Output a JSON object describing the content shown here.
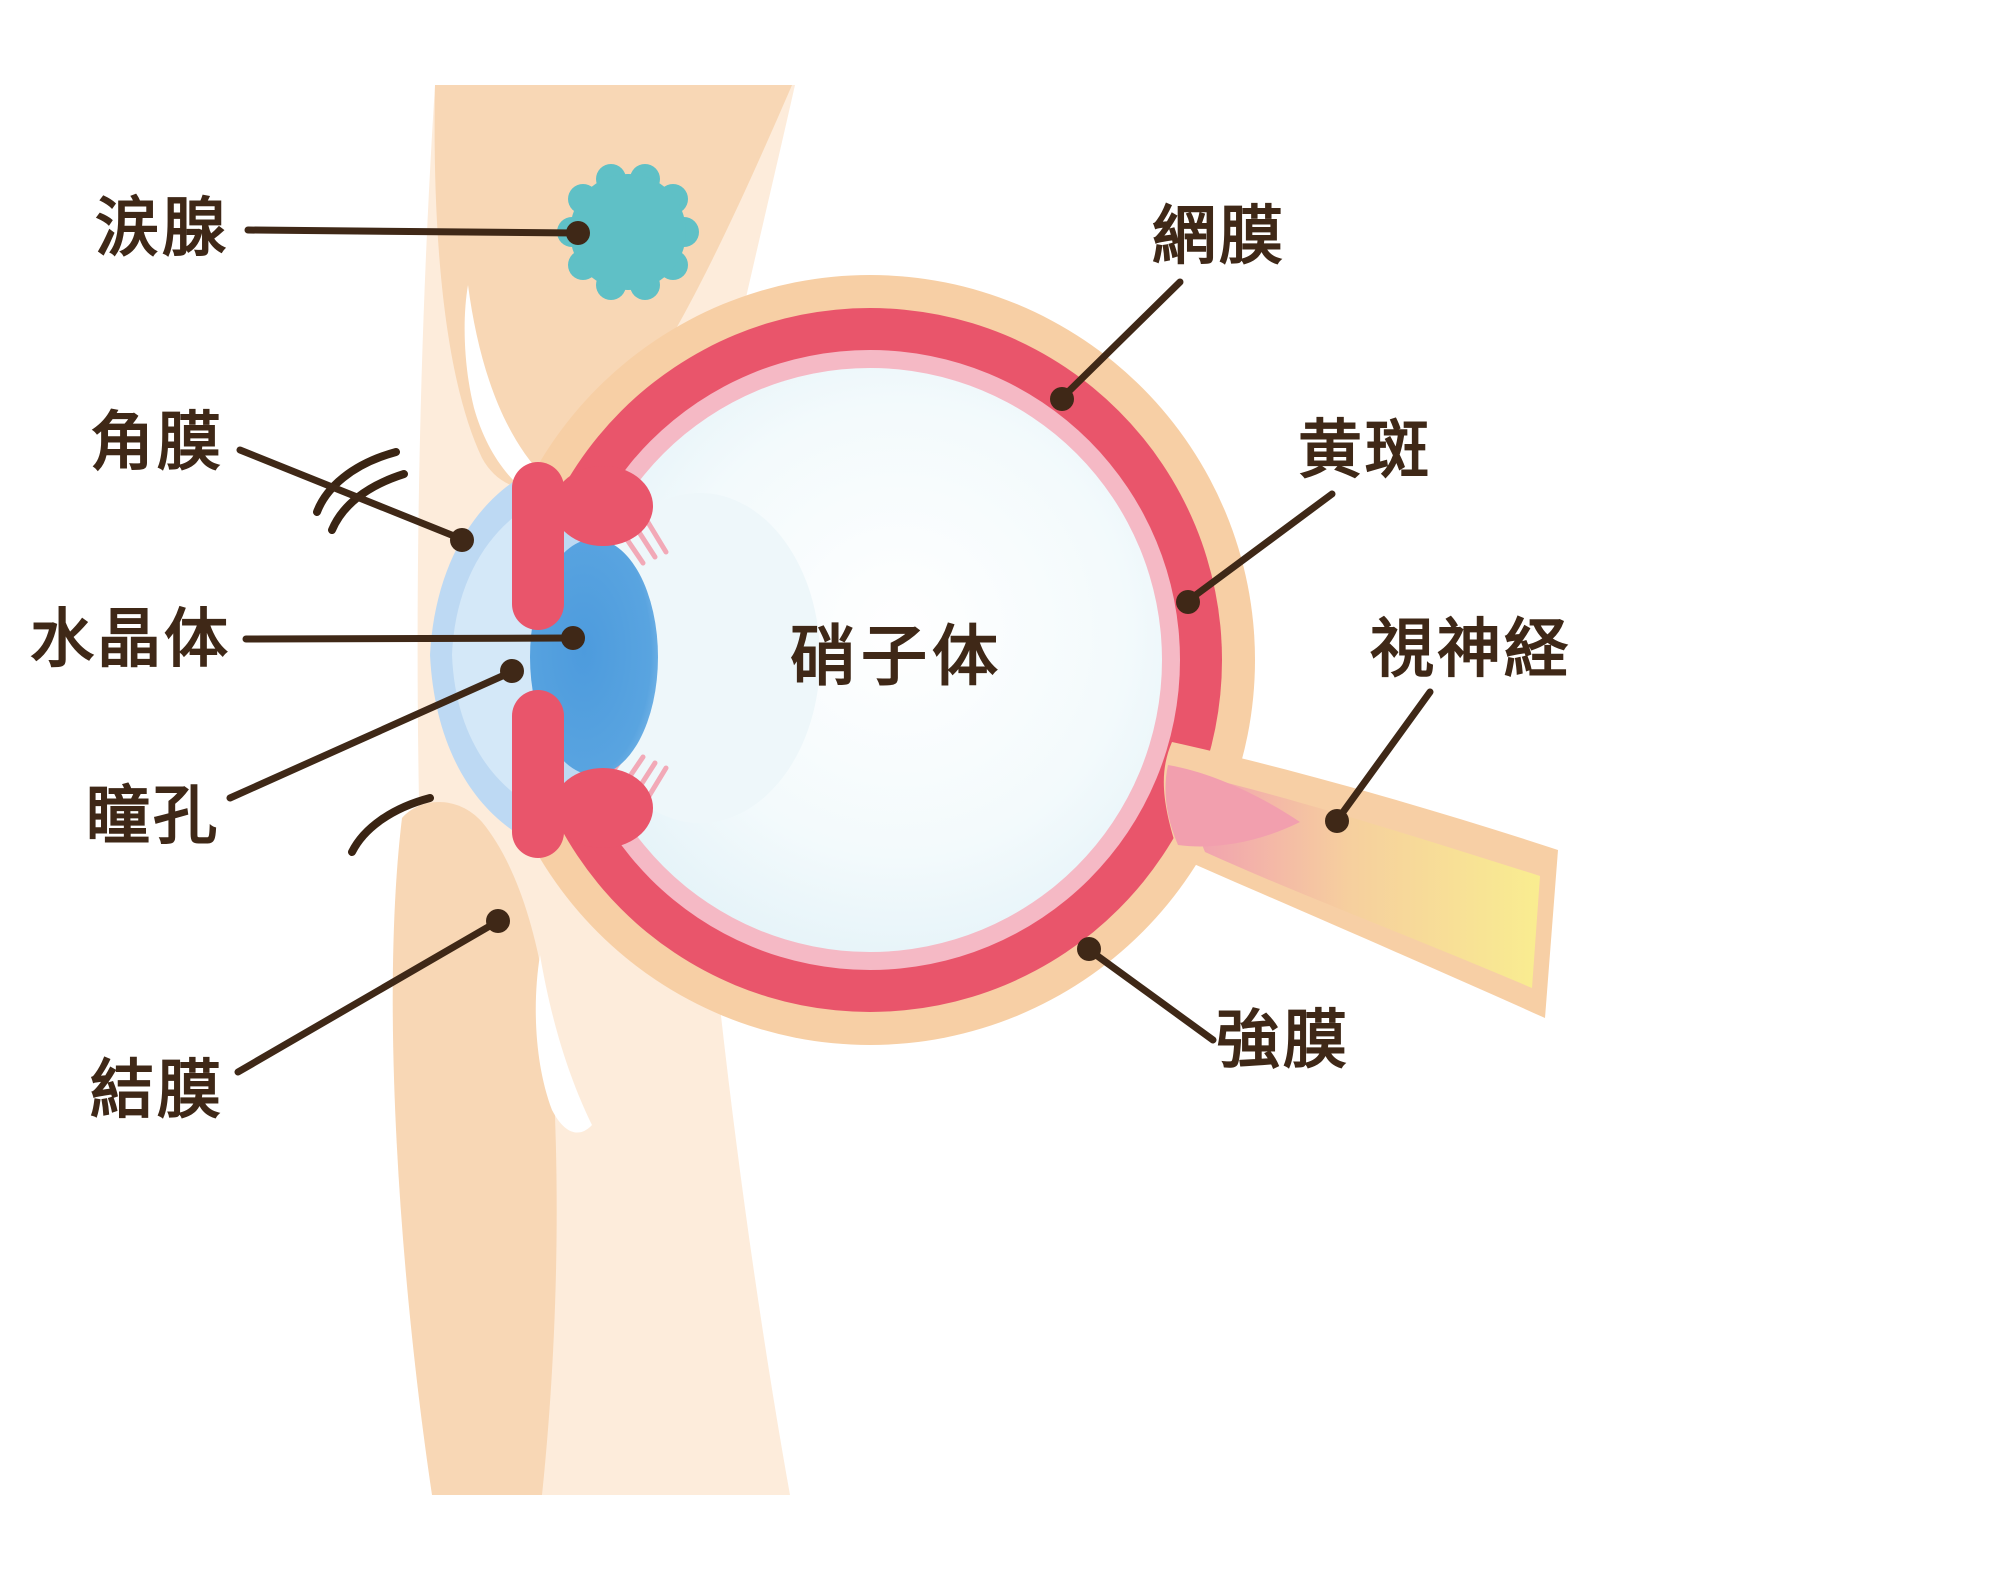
{
  "diagram": {
    "subject": "human-eye-cross-section",
    "language": "ja"
  },
  "labels": {
    "lacrimal_gland": "涙腺",
    "cornea": "角膜",
    "lens": "水晶体",
    "pupil": "瞳孔",
    "conjunctiva": "結膜",
    "retina": "網膜",
    "macula": "黄斑",
    "optic_nerve": "視神経",
    "sclera": "強膜",
    "vitreous_body": "硝子体"
  },
  "colors": {
    "label_text": "#3f2817",
    "leader_line": "#3f2817",
    "skin_light": "#fdecdb",
    "skin_mid": "#f8d7b5",
    "lacrimal_gland_fill": "#5fc0c6",
    "sclera_ring": "#f7cfa5",
    "choroid_red": "#e9556b",
    "retina_pink": "#f5b9c5",
    "vitreous_fill": "#eef8fb",
    "cornea_fill": "#bdd9f3",
    "lens_fill": "#4d9bdd",
    "optic_nerve_core": "#f9ed90",
    "optic_nerve_base": "#f1a0b0"
  }
}
